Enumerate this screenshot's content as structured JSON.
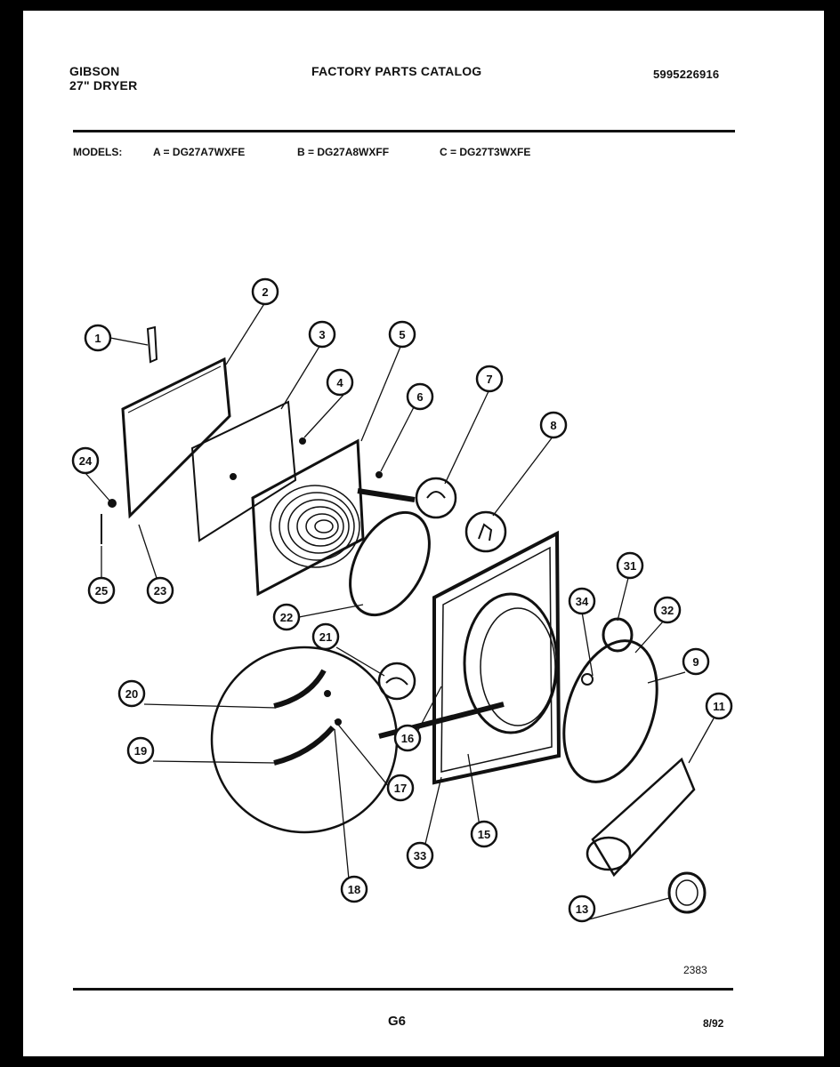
{
  "header": {
    "brand": "GIBSON",
    "product": "27\" DRYER",
    "catalog_title": "FACTORY PARTS CATALOG",
    "catalog_number": "5995226916"
  },
  "models": {
    "label": "MODELS:",
    "a": "A = DG27A7WXFE",
    "b": "B = DG27A8WXFF",
    "c": "C = DG27T3WXFE"
  },
  "footer": {
    "diagram_id": "2383",
    "page_code": "G6",
    "date": "8/92"
  },
  "callouts": [
    "1",
    "2",
    "3",
    "4",
    "5",
    "6",
    "7",
    "8",
    "24",
    "25",
    "23",
    "22",
    "31",
    "34",
    "32",
    "9",
    "11",
    "21",
    "20",
    "19",
    "16",
    "17",
    "15",
    "33",
    "18",
    "13"
  ],
  "colors": {
    "ink": "#111111",
    "paper": "#ffffff",
    "border": "#000000"
  }
}
